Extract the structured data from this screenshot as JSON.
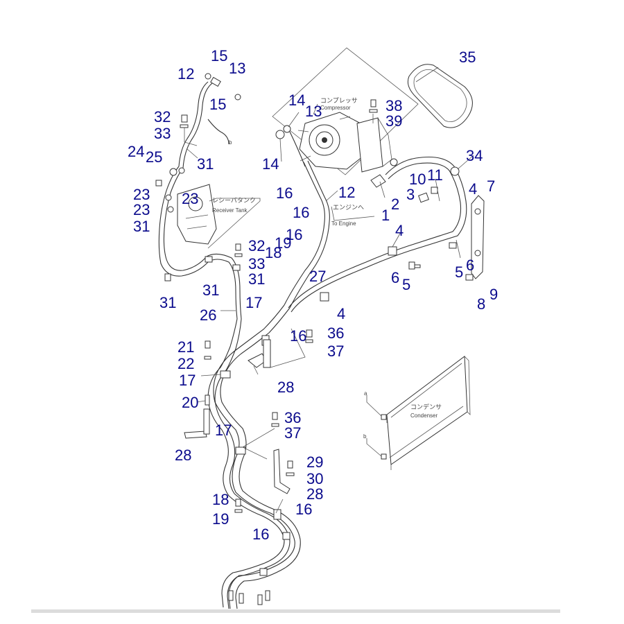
{
  "component_labels": {
    "compressor_jp": "コンプレッサ",
    "compressor_en": "Compressor",
    "receiver_tank_jp": "レシーバタンク",
    "receiver_tank_en": "Receiver Tank",
    "to_engine_jp": "エンジンへ",
    "to_engine_en": "To Engine",
    "condenser_jp": "コンデンサ",
    "condenser_en": "Condenser",
    "connection_a": "a",
    "connection_b": "b"
  },
  "part_callouts": [
    "15",
    "13",
    "12",
    "15",
    "32",
    "33",
    "31",
    "24",
    "25",
    "23",
    "23",
    "23",
    "31",
    "14",
    "13",
    "14",
    "16",
    "12",
    "16",
    "1",
    "2",
    "3",
    "10",
    "11",
    "34",
    "4",
    "7",
    "38",
    "39",
    "35",
    "32",
    "33",
    "31",
    "31",
    "31",
    "19",
    "18",
    "16",
    "27",
    "4",
    "6",
    "5",
    "5",
    "6",
    "8",
    "9",
    "26",
    "17",
    "16",
    "36",
    "37",
    "21",
    "22",
    "17",
    "20",
    "28",
    "28",
    "36",
    "37",
    "17",
    "29",
    "30",
    "28",
    "18",
    "19",
    "16",
    "16"
  ],
  "colors": {
    "callout": "#0a0a8c",
    "line": "#333333",
    "background": "#ffffff"
  }
}
